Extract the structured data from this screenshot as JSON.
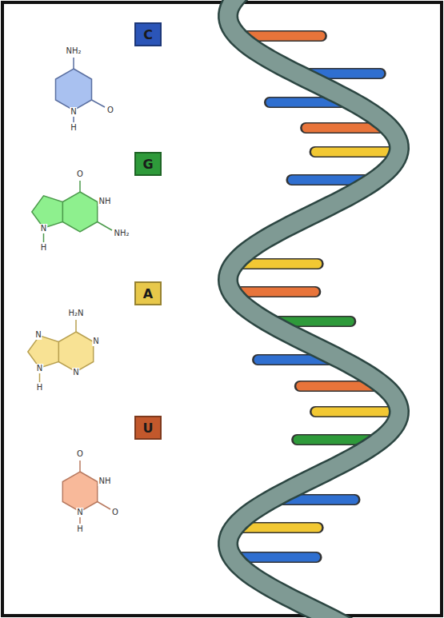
{
  "diagram": {
    "nodes": [
      {
        "text": [
          "C"
        ]
      },
      {
        "text": [
          "G"
        ]
      },
      {
        "text": [
          "A"
        ]
      },
      {
        "text": [
          "U"
        ]
      }
    ],
    "labels": [
      "NH₂",
      "O",
      "N",
      "H",
      "O",
      "NH",
      "NH₂",
      "N",
      "H",
      "H₂N",
      "N",
      "N",
      "N",
      "N",
      "H",
      "O",
      "NH",
      "O",
      "N",
      "H"
    ]
  }
}
